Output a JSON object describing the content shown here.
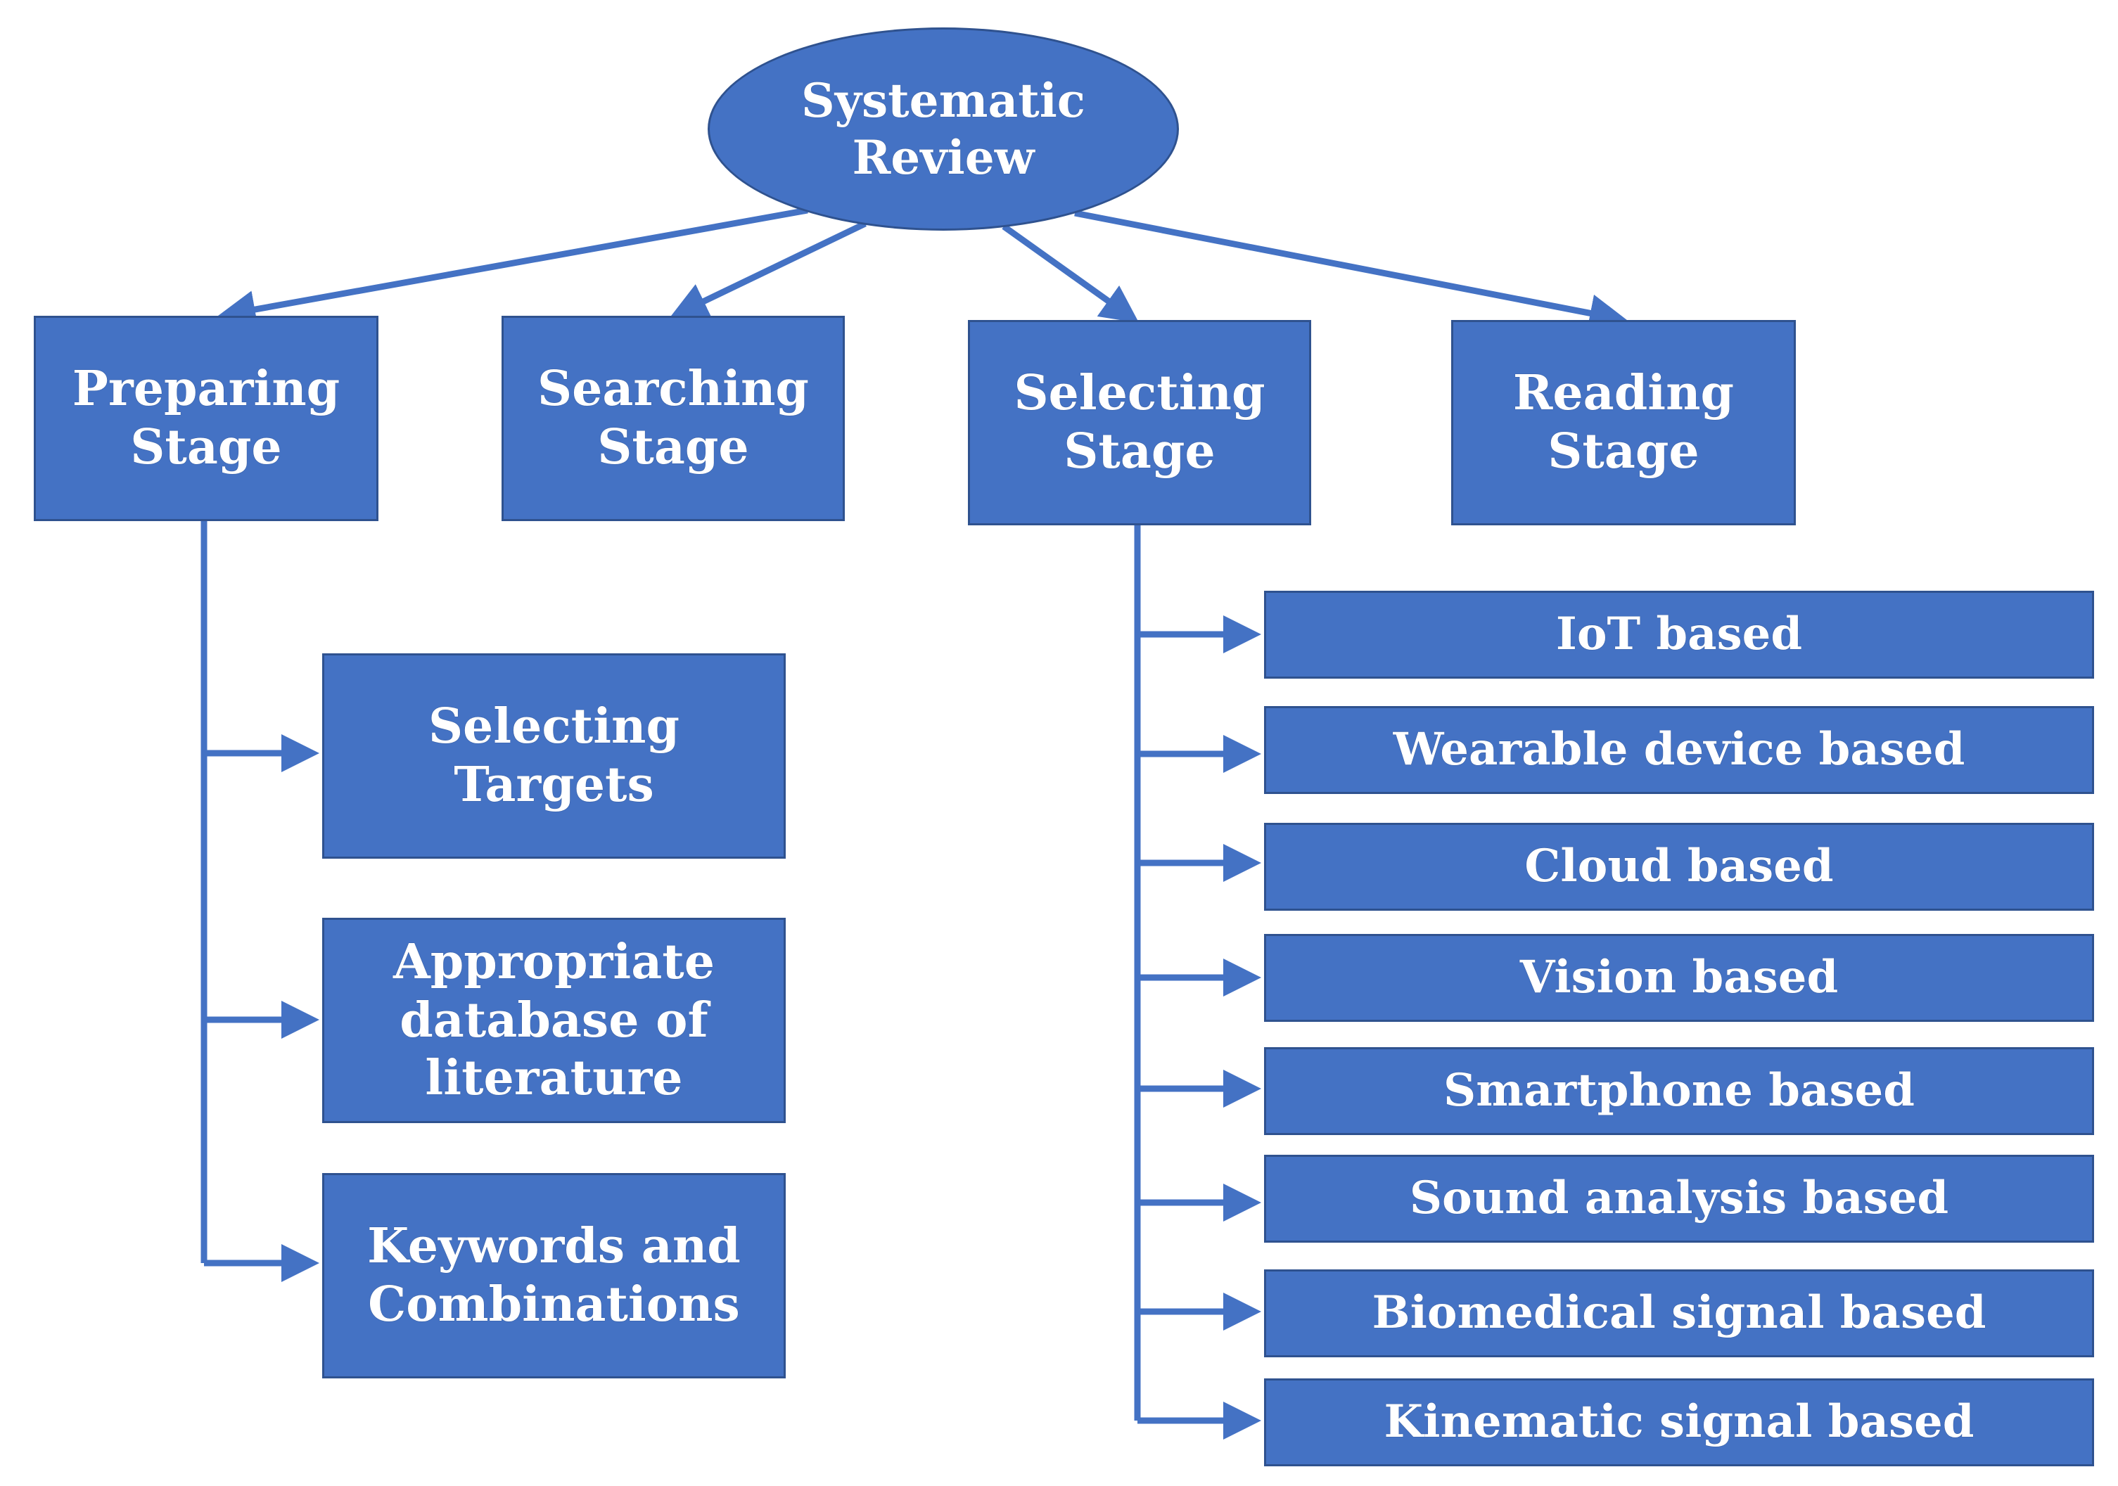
{
  "root": {
    "label": "Systematic\nReview"
  },
  "stages": [
    {
      "id": "preparing",
      "label": "Preparing\nStage"
    },
    {
      "id": "searching",
      "label": "Searching\nStage"
    },
    {
      "id": "selecting",
      "label": "Selecting\nStage"
    },
    {
      "id": "reading",
      "label": "Reading\nStage"
    }
  ],
  "preparing_children": [
    {
      "label": "Selecting Targets"
    },
    {
      "label": "Appropriate\ndatabase of\nliterature"
    },
    {
      "label": "Keywords and\nCombinations"
    }
  ],
  "selecting_children": [
    {
      "label": "IoT based"
    },
    {
      "label": "Wearable device based"
    },
    {
      "label": "Cloud based"
    },
    {
      "label": "Vision based"
    },
    {
      "label": "Smartphone based"
    },
    {
      "label": "Sound analysis based"
    },
    {
      "label": "Biomedical signal based"
    },
    {
      "label": "Kinematic signal based"
    }
  ],
  "colors": {
    "node_fill": "#4472C4",
    "node_border": "#2F528F",
    "connector": "#4472C4",
    "text": "#FFFFFF"
  }
}
